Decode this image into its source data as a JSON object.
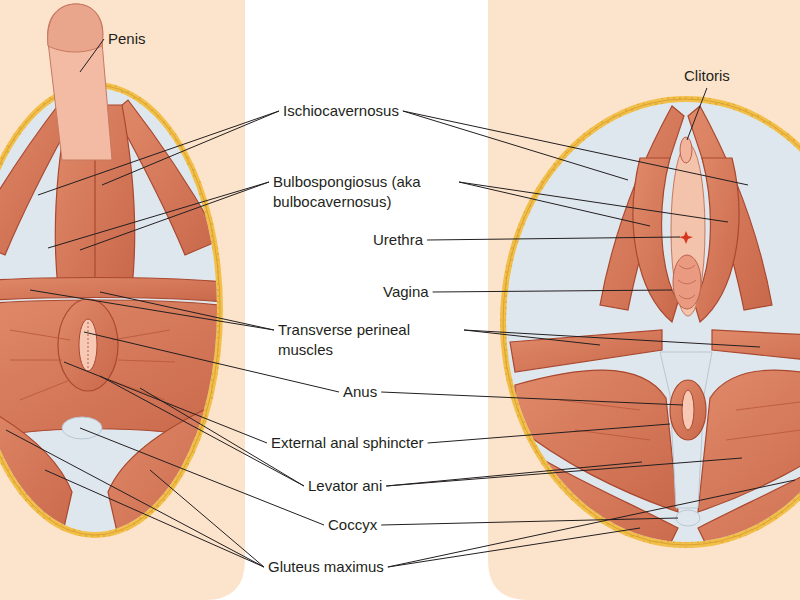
{
  "diagram": {
    "labels": [
      "Penis",
      "Clitoris",
      "Ischiocavernosus",
      "Bulbospongiosus (aka bulbocavernosus)",
      "Urethra",
      "Vagina",
      "Transverse perineal muscles",
      "Anus",
      "External anal sphincter",
      "Levator ani",
      "Coccyx",
      "Gluteus maximus"
    ]
  }
}
